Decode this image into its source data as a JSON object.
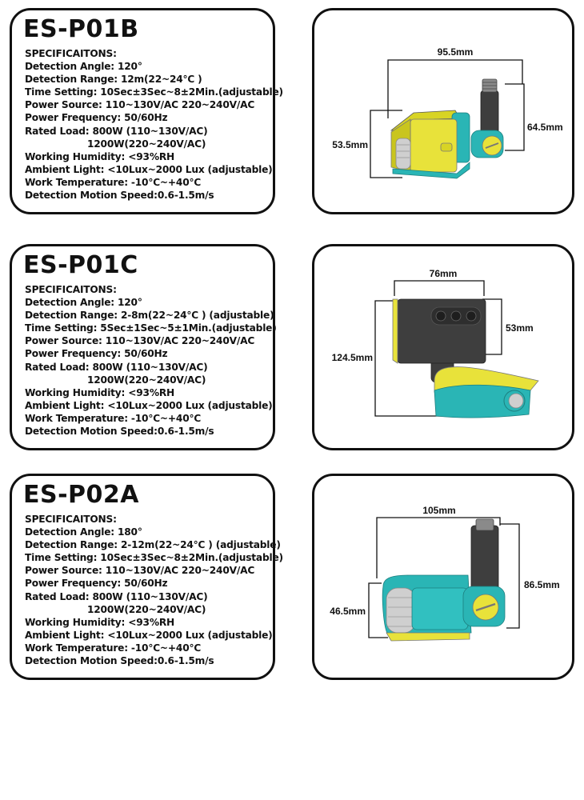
{
  "products": [
    {
      "model": "ES-P01B",
      "spec_lines": [
        "SPECIFICAITONS:",
        "Detection Angle: 120°",
        "Detection Range: 12m(22~24℃ )",
        "Time Setting: 10Sec±3Sec~8±2Min.(adjustable)",
        "Power Source: 110~130V/AC  220~240V/AC",
        "Power Frequency: 50/60Hz",
        "Rated Load: 800W (110~130V/AC)",
        "1200W(220~240V/AC)",
        "Working Humidity: <93%RH",
        "Ambient Light: <10Lux~2000 Lux (adjustable)",
        "Work Temperature: -10℃~+40℃",
        "Detection Motion Speed:0.6-1.5m/s"
      ],
      "dimensions": {
        "width": "95.5mm",
        "height_left": "53.5mm",
        "height_right": "64.5mm"
      }
    },
    {
      "model": "ES-P01C",
      "spec_lines": [
        "SPECIFICAITONS:",
        "Detection Angle: 120°",
        "Detection Range: 2-8m(22~24℃ ) (adjustable)",
        "Time Setting: 5Sec±1Sec~5±1Min.(adjustable)",
        "Power Source: 110~130V/AC  220~240V/AC",
        "Power Frequency: 50/60Hz",
        "Rated Load: 800W (110~130V/AC)",
        "1200W(220~240V/AC)",
        "Working Humidity: <93%RH",
        "Ambient Light: <10Lux~2000 Lux (adjustable)",
        "Work Temperature: -10℃~+40℃",
        "Detection Motion Speed:0.6-1.5m/s"
      ],
      "dimensions": {
        "width": "76mm",
        "height_left": "124.5mm",
        "height_right": "53mm"
      }
    },
    {
      "model": "ES-P02A",
      "spec_lines": [
        "SPECIFICAITONS:",
        "Detection Angle: 180°",
        "Detection Range: 2-12m(22~24℃ ) (adjustable)",
        "Time Setting: 10Sec±3Sec~8±2Min.(adjustable)",
        "Power Source: 110~130V/AC  220~240V/AC",
        "Power Frequency: 50/60Hz",
        "Rated Load: 800W (110~130V/AC)",
        "1200W(220~240V/AC)",
        "Working Humidity: <93%RH",
        "Ambient Light: <10Lux~2000 Lux (adjustable)",
        "Work Temperature: -10℃~+40℃",
        "Detection Motion Speed:0.6-1.5m/s"
      ],
      "dimensions": {
        "width": "105mm",
        "height_left": "46.5mm",
        "height_right": "86.5mm"
      }
    }
  ],
  "colors": {
    "teal": "#2ab5b5",
    "yellow": "#e8e23a",
    "dark_gray": "#3e3e3e",
    "sensor_gray": "#cfcfcf"
  }
}
